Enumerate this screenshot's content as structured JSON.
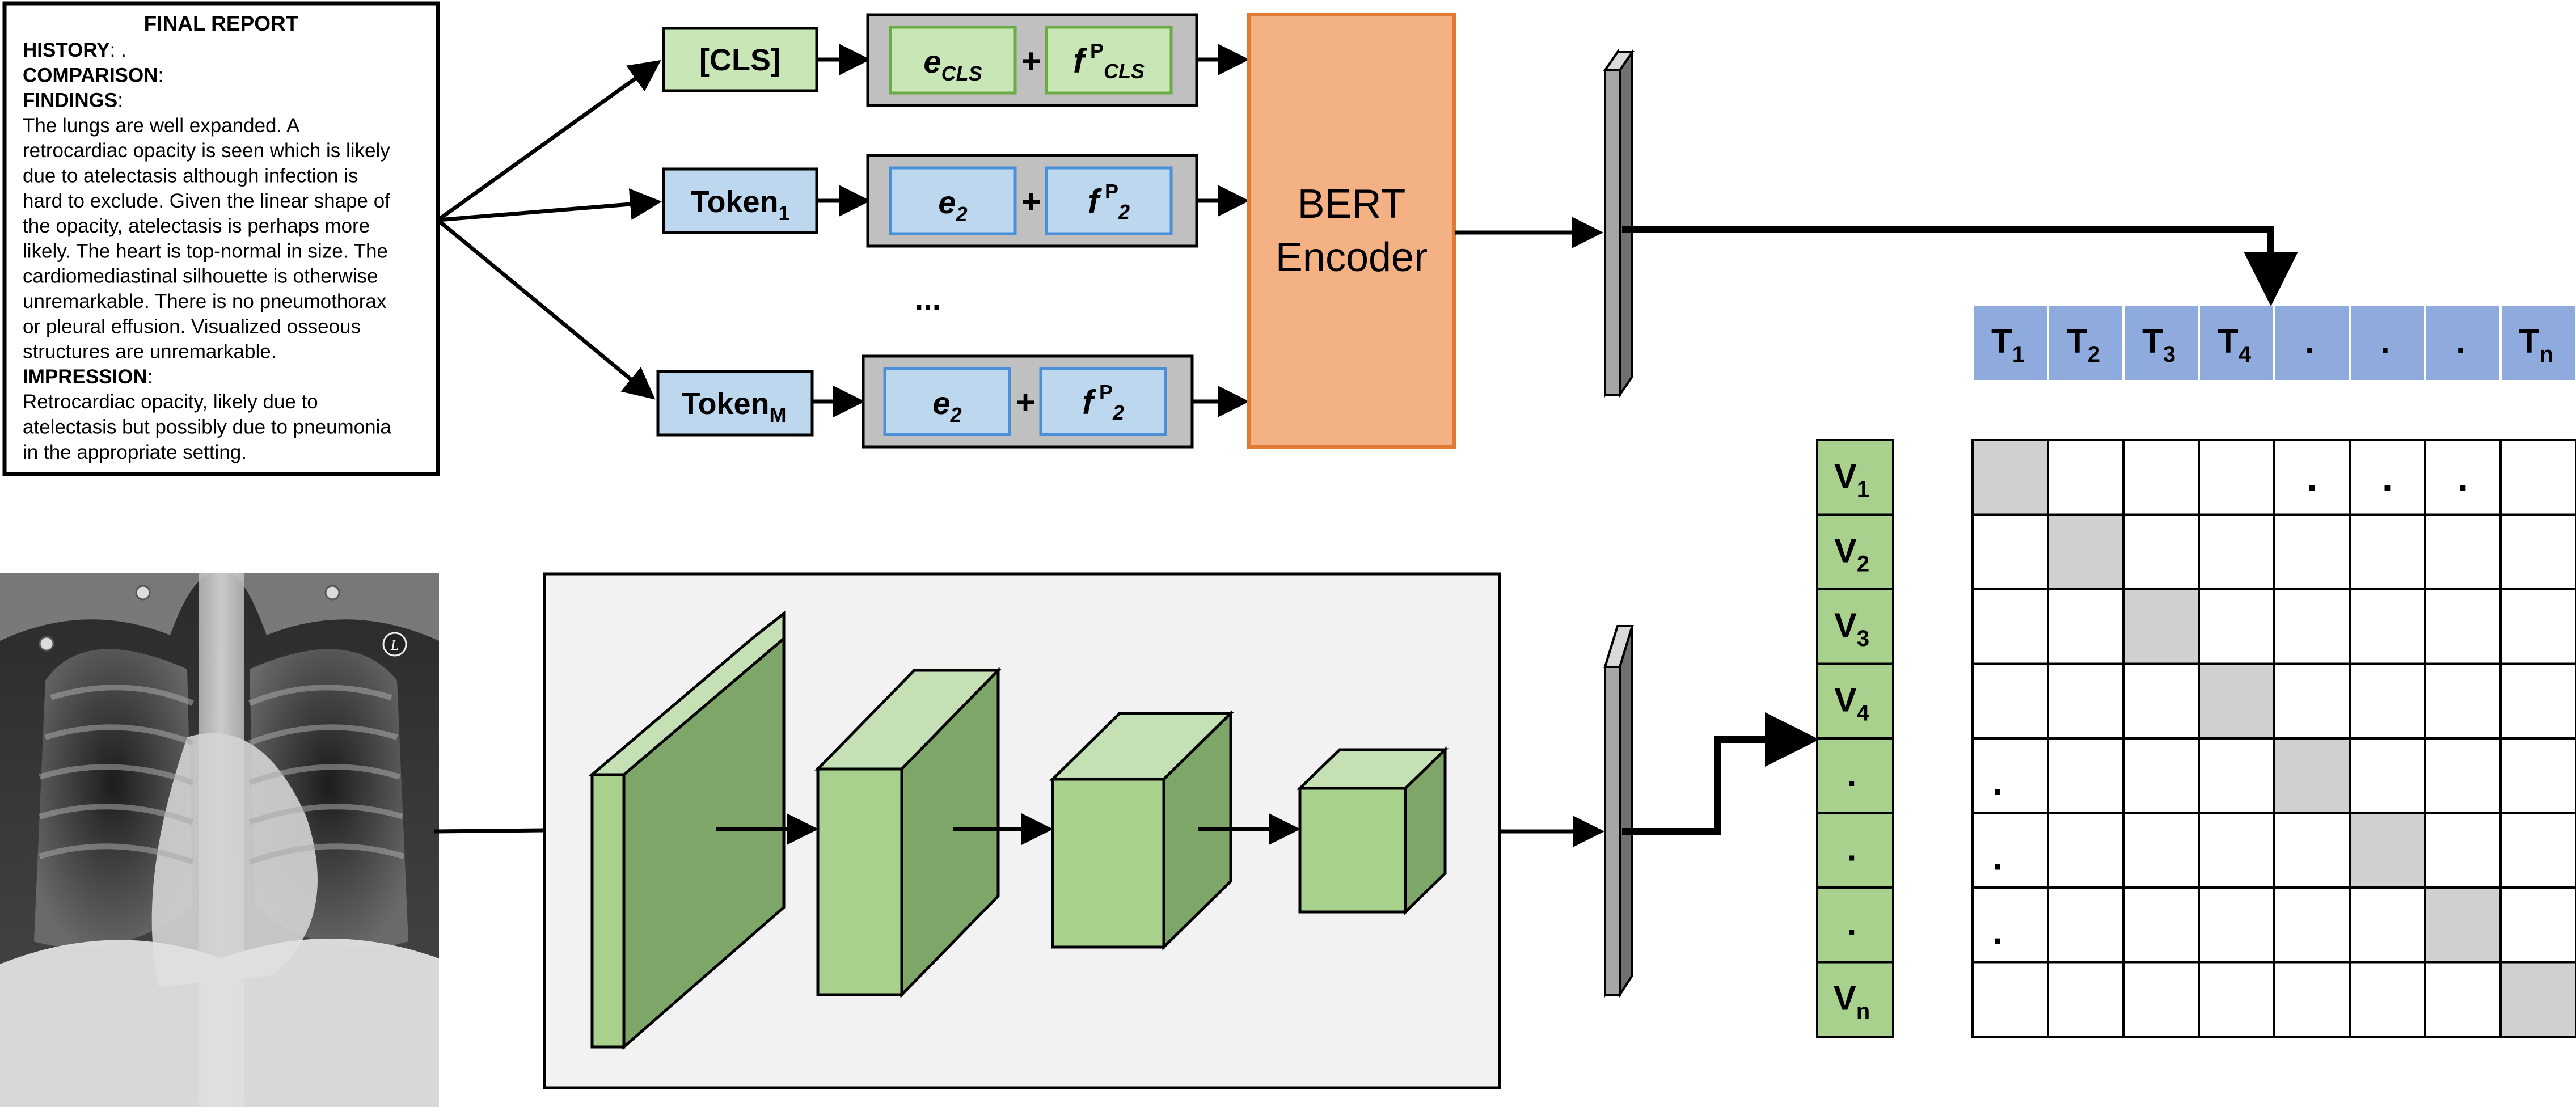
{
  "report": {
    "title": "FINAL REPORT",
    "lines": [
      {
        "bold": "HISTORY",
        "rest": ": ."
      },
      {
        "bold": "COMPARISON",
        "rest": ":"
      },
      {
        "bold": "FINDINGS",
        "rest": ":"
      },
      {
        "bold": "",
        "rest": "The lungs are well expanded. A"
      },
      {
        "bold": "",
        "rest": "retrocardiac opacity is seen which is likely"
      },
      {
        "bold": "",
        "rest": "due to atelectasis although infection is"
      },
      {
        "bold": "",
        "rest": "hard to exclude.  Given the linear shape of"
      },
      {
        "bold": "",
        "rest": "the opacity, atelectasis is perhaps more"
      },
      {
        "bold": "",
        "rest": "likely. The heart is top-normal in size. The"
      },
      {
        "bold": "",
        "rest": "cardiomediastinal silhouette is otherwise"
      },
      {
        "bold": "",
        "rest": "unremarkable. There is no pneumothorax"
      },
      {
        "bold": "",
        "rest": "or pleural effusion.  Visualized osseous"
      },
      {
        "bold": "",
        "rest": "structures are unremarkable."
      },
      {
        "bold": "IMPRESSION",
        "rest": ":"
      },
      {
        "bold": "",
        "rest": "  Retrocardiac opacity, likely due to"
      },
      {
        "bold": "",
        "rest": "atelectasis but possibly due to pneumonia"
      },
      {
        "bold": "",
        "rest": "in the appropriate setting."
      }
    ]
  },
  "tokens": [
    {
      "base": "[CLS]",
      "sub": ""
    },
    {
      "base": "Token",
      "sub": "1"
    },
    {
      "base": "Token",
      "sub": "M"
    }
  ],
  "embeddings": [
    {
      "e_base": "e",
      "e_sub": "CLS",
      "plus": "+",
      "f_base": "f",
      "f_sup": "P",
      "f_sub": "CLS"
    },
    {
      "e_base": "e",
      "e_sub": "2",
      "plus": "+",
      "f_base": "f",
      "f_sup": "P",
      "f_sub": "2"
    },
    {
      "e_base": "e",
      "e_sub": "2",
      "plus": "+",
      "f_base": "f",
      "f_sup": "P",
      "f_sub": "2"
    }
  ],
  "ellipsis": "...",
  "encoder": {
    "line1": "BERT",
    "line2": "Encoder"
  },
  "xray": {
    "marker": "L"
  },
  "text_features": [
    {
      "base": "T",
      "sub": "1"
    },
    {
      "base": "T",
      "sub": "2"
    },
    {
      "base": "T",
      "sub": "3"
    },
    {
      "base": "T",
      "sub": "4"
    },
    {
      "base": ".",
      "sub": ""
    },
    {
      "base": ".",
      "sub": ""
    },
    {
      "base": ".",
      "sub": ""
    },
    {
      "base": "T",
      "sub": "n"
    }
  ],
  "image_features": [
    {
      "base": "V",
      "sub": "1"
    },
    {
      "base": "V",
      "sub": "2"
    },
    {
      "base": "V",
      "sub": "3"
    },
    {
      "base": "V",
      "sub": "4"
    },
    {
      "base": ".",
      "sub": ""
    },
    {
      "base": ".",
      "sub": ""
    },
    {
      "base": ".",
      "sub": ""
    },
    {
      "base": "V",
      "sub": "n"
    }
  ],
  "matrix": {
    "size": 8,
    "row_dots": [
      ".",
      ".",
      "."
    ],
    "col_dots": [
      ".",
      ".",
      "."
    ]
  },
  "colors": {
    "green_fill": "#c9e6b6",
    "green_stroke": "#6aab45",
    "blue_fill": "#bdd7ee",
    "blue_stroke": "#4a90d9",
    "gray_box": "#c0c0c0",
    "encoder": "#f4b183",
    "encoder_stroke": "#e07a34",
    "t_fill": "#8faadc",
    "v_fill": "#a9d18e",
    "cnn_front": "#a9d18e",
    "cnn_side": "#7fa669",
    "cnn_top": "#c5e0b4",
    "diag": "#d0d0d0",
    "panel": "#f2f2f2"
  }
}
